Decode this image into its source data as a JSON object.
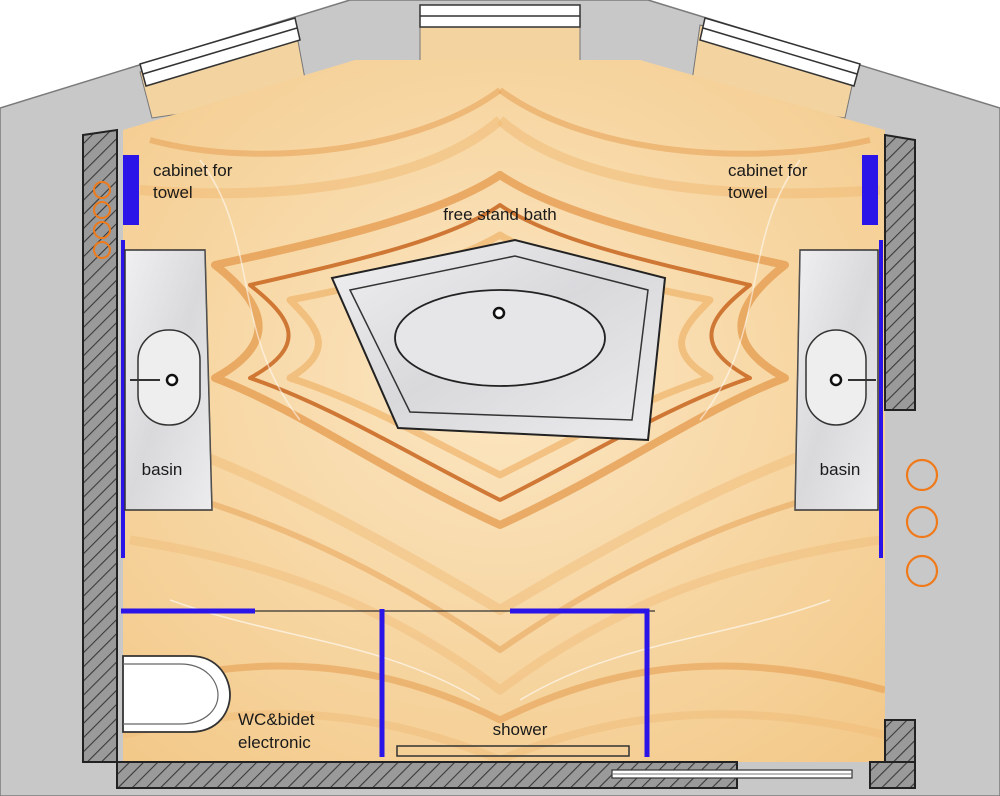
{
  "labels": {
    "cabinet_left_line1": "cabinet for",
    "cabinet_left_line2": "towel",
    "cabinet_right_line1": "cabinet for",
    "cabinet_right_line2": "towel",
    "bath": "free stand bath",
    "basin_left": "basin",
    "basin_right": "basin",
    "wc_line1": "WC&bidet",
    "wc_line2": "electronic",
    "shower": "shower"
  },
  "colors": {
    "wall_gray": "#c8c8c8",
    "wall_dark": "#8a8a8a",
    "onyx_light": "#fbe3b8",
    "onyx_band": "#e9a75a",
    "onyx_dark": "#c8651f",
    "marble": "#e4e4e6",
    "fixture_blue": "#2a14e8",
    "heater_orange": "#f07a1a"
  },
  "icons": [
    "window-icon",
    "towel-cabinet-icon",
    "drain-icon",
    "faucet-icon",
    "heater-ring-icon",
    "door-icon"
  ]
}
